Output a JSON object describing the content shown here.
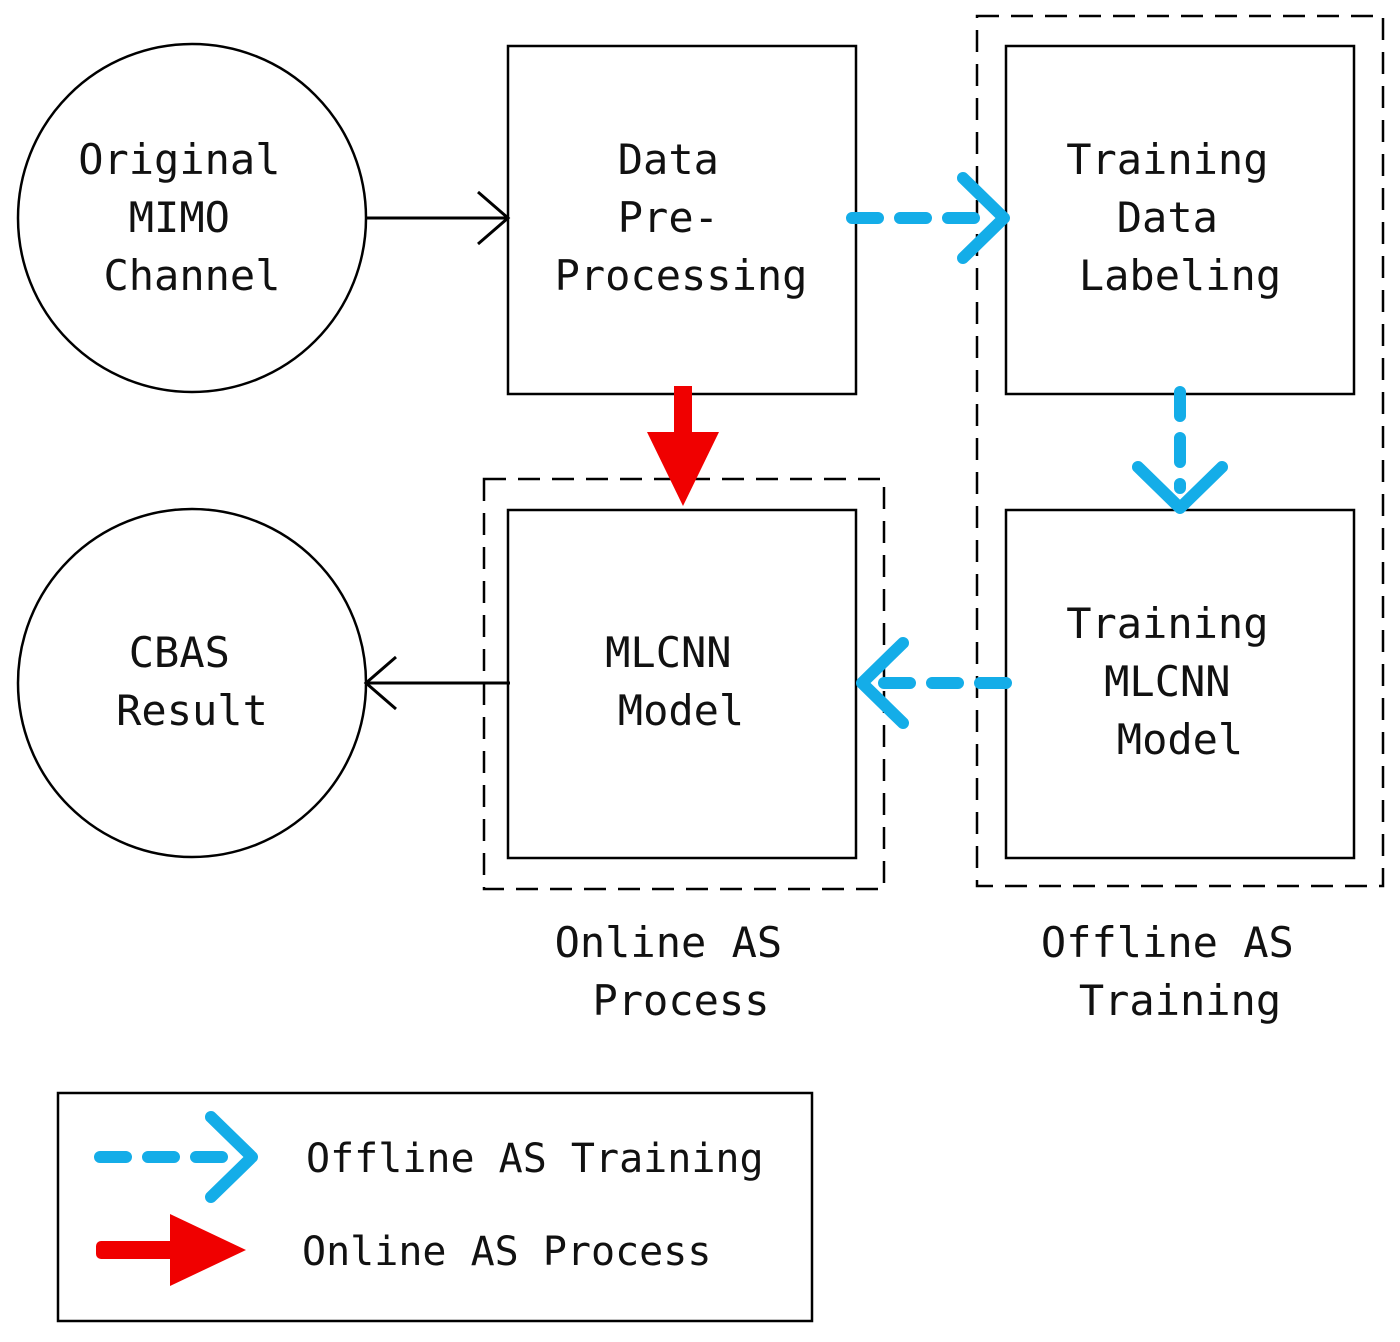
{
  "nodes": {
    "original_channel": {
      "lines": [
        "Original",
        "MIMO",
        "Channel"
      ]
    },
    "pre_processing": {
      "lines": [
        "Data",
        "Pre-",
        "Processing"
      ]
    },
    "data_labeling": {
      "lines": [
        "Training",
        "Data",
        "Labeling"
      ]
    },
    "training_model": {
      "lines": [
        "Training",
        "MLCNN",
        "Model"
      ]
    },
    "mlcnn_model": {
      "lines": [
        "MLCNN",
        "Model"
      ]
    },
    "cbas_result": {
      "lines": [
        "CBAS",
        "Result"
      ]
    }
  },
  "groups": {
    "online": {
      "lines": [
        "Online AS",
        "Process"
      ]
    },
    "offline": {
      "lines": [
        "Offline AS",
        "Training"
      ]
    }
  },
  "legend": {
    "offline_label": "Offline AS Training",
    "online_label": "Online AS Process"
  },
  "colors": {
    "offline_training": "#14ADE8",
    "online_process": "#F00000",
    "outline": "#000000"
  }
}
